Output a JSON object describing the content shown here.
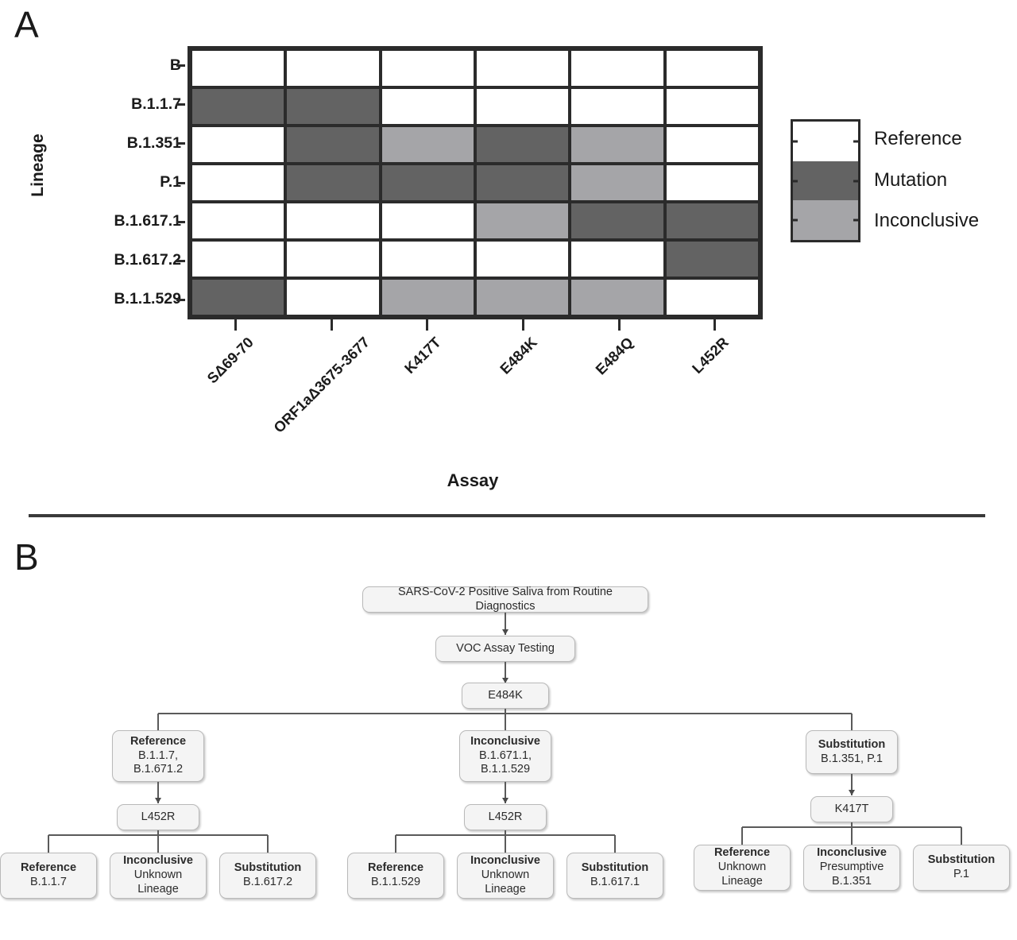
{
  "panels": {
    "a_letter": "A",
    "b_letter": "B"
  },
  "chart_data": {
    "type": "heatmap",
    "title": "",
    "xlabel": "Assay",
    "ylabel": "Lineage",
    "grid": true,
    "legend_position": "right",
    "categories_x": [
      "SΔ69-70",
      "ORF1aΔ3675-3677",
      "K417T",
      "E484K",
      "E484Q",
      "L452R"
    ],
    "categories_y": [
      "B",
      "B.1.1.7",
      "B.1.351",
      "P.1",
      "B.1.617.1",
      "B.1.617.2",
      "B.1.1.529"
    ],
    "value_labels": [
      "Reference",
      "Mutation",
      "Inconclusive"
    ],
    "value_colors": {
      "Reference": "#ffffff",
      "Mutation": "#636363",
      "Inconclusive": "#a5a5a8"
    },
    "matrix": [
      [
        "Reference",
        "Reference",
        "Reference",
        "Reference",
        "Reference",
        "Reference"
      ],
      [
        "Mutation",
        "Mutation",
        "Reference",
        "Reference",
        "Reference",
        "Reference"
      ],
      [
        "Reference",
        "Mutation",
        "Inconclusive",
        "Mutation",
        "Inconclusive",
        "Reference"
      ],
      [
        "Reference",
        "Mutation",
        "Mutation",
        "Mutation",
        "Inconclusive",
        "Reference"
      ],
      [
        "Reference",
        "Reference",
        "Reference",
        "Inconclusive",
        "Mutation",
        "Mutation"
      ],
      [
        "Reference",
        "Reference",
        "Reference",
        "Reference",
        "Reference",
        "Mutation"
      ],
      [
        "Mutation",
        "Reference",
        "Inconclusive",
        "Inconclusive",
        "Inconclusive",
        "Reference"
      ]
    ]
  },
  "legend": {
    "items": [
      {
        "label": "Reference",
        "value": "Reference"
      },
      {
        "label": "Mutation",
        "value": "Mutation"
      },
      {
        "label": "Inconclusive",
        "value": "Inconclusive"
      }
    ]
  },
  "flowchart": {
    "root": {
      "label": "SARS-CoV-2 Positive Saliva from Routine Diagnostics"
    },
    "step_assay": {
      "label": "VOC Assay Testing"
    },
    "step_e484k": {
      "label": "E484K"
    },
    "branches": [
      {
        "head": "Reference",
        "sub": "B.1.1.7,\nB.1.671.2",
        "sub_line1": "B.1.1.7,",
        "sub_line2": "B.1.671.2",
        "test": "L452R",
        "leaves": [
          {
            "head": "Reference",
            "line1": "B.1.1.7",
            "line2": ""
          },
          {
            "head": "Inconclusive",
            "line1": "Unknown",
            "line2": "Lineage"
          },
          {
            "head": "Substitution",
            "line1": "B.1.617.2",
            "line2": ""
          }
        ]
      },
      {
        "head": "Inconclusive",
        "sub_line1": "B.1.671.1,",
        "sub_line2": "B.1.1.529",
        "test": "L452R",
        "leaves": [
          {
            "head": "Reference",
            "line1": "B.1.1.529",
            "line2": ""
          },
          {
            "head": "Inconclusive",
            "line1": "Unknown",
            "line2": "Lineage"
          },
          {
            "head": "Substitution",
            "line1": "B.1.617.1",
            "line2": ""
          }
        ]
      },
      {
        "head": "Substitution",
        "sub_line1": "B.1.351, P.1",
        "sub_line2": "",
        "test": "K417T",
        "leaves": [
          {
            "head": "Reference",
            "line1": "Unknown",
            "line2": "Lineage"
          },
          {
            "head": "Inconclusive",
            "line1": "Presumptive",
            "line2": "B.1.351"
          },
          {
            "head": "Substitution",
            "line1": "P.1",
            "line2": ""
          }
        ]
      }
    ]
  }
}
